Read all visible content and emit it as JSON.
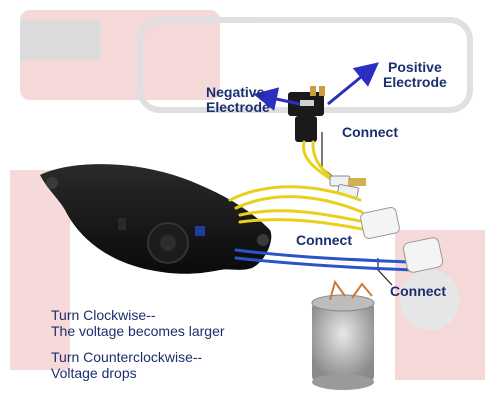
{
  "labels": {
    "negative_electrode": [
      "Negative",
      "Electrode"
    ],
    "positive_electrode": [
      "Positive",
      "Electrode"
    ],
    "connect_top": "Connect",
    "connect_middle": "Connect",
    "connect_bottom": "Connect"
  },
  "instructions": {
    "clockwise_title": "Turn Clockwise--",
    "clockwise_result": "The voltage becomes larger",
    "counterclockwise_title": "Turn Counterclockwise--",
    "counterclockwise_result": "Voltage drops"
  },
  "colors": {
    "arrow": "#2a2fbf",
    "wire_yellow": "#e8d11c",
    "wire_blue": "#2a55c8",
    "module_body": "#141414",
    "background_generator_red": "#d23a36"
  }
}
